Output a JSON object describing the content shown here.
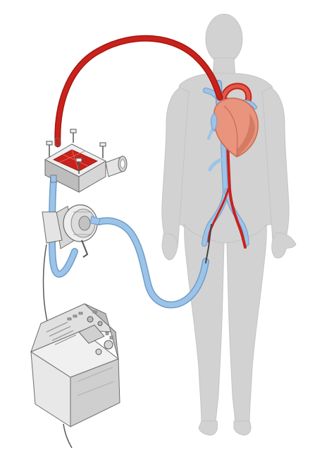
{
  "diagram": {
    "components": [
      {
        "name": "human-body-silhouette",
        "role": "patient"
      },
      {
        "name": "heart",
        "role": "heart"
      },
      {
        "name": "oxygenator",
        "role": "membrane oxygenator"
      },
      {
        "name": "centrifugal-pump",
        "role": "blood pump"
      },
      {
        "name": "console",
        "role": "control console"
      }
    ],
    "colors": {
      "background": "#ffffff",
      "body": "#d2d2d2",
      "body_edge": "#c2c2c2",
      "arterial": "#c9221c",
      "arterial_light": "#e05a47",
      "venous": "#9cc4e8",
      "venous_edge": "#6f9cc8",
      "heart": "#e9947c",
      "heart_shadow": "#c76b55",
      "device_light": "#eeeeee",
      "device_mid": "#d6d6d6",
      "device_dark": "#a9a9a9",
      "device_outline": "#6c6c6c",
      "cable": "#5a5a5a"
    }
  }
}
